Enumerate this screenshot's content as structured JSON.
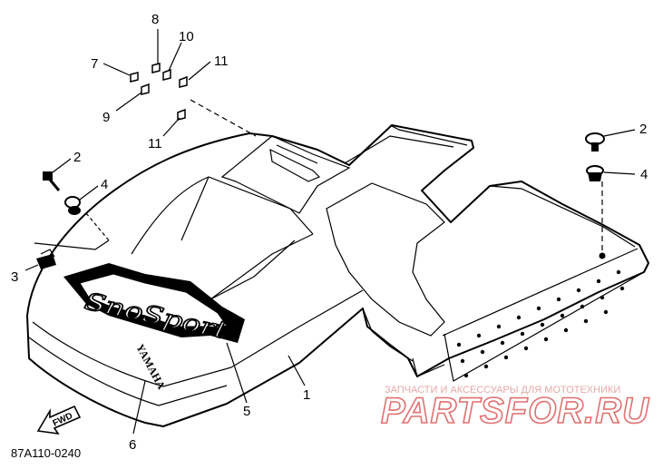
{
  "diagram_code": "87A110-0240",
  "watermark": {
    "caption": "ЗАПЧАСТИ И АКСЕССУАРЫ ДЛЯ МОТОТЕХНИКИ",
    "site": "PARTSFOR.RU"
  },
  "decal_text": "SnoSport",
  "brand_text": "YAMAHA",
  "fwd_label": "FWD",
  "callouts": {
    "c1": "1",
    "c2a": "2",
    "c2b": "2",
    "c3": "3",
    "c4a": "4",
    "c4b": "4",
    "c5": "5",
    "c6": "6",
    "c7": "7",
    "c8": "8",
    "c9": "9",
    "c10": "10",
    "c11a": "11",
    "c11b": "11"
  }
}
